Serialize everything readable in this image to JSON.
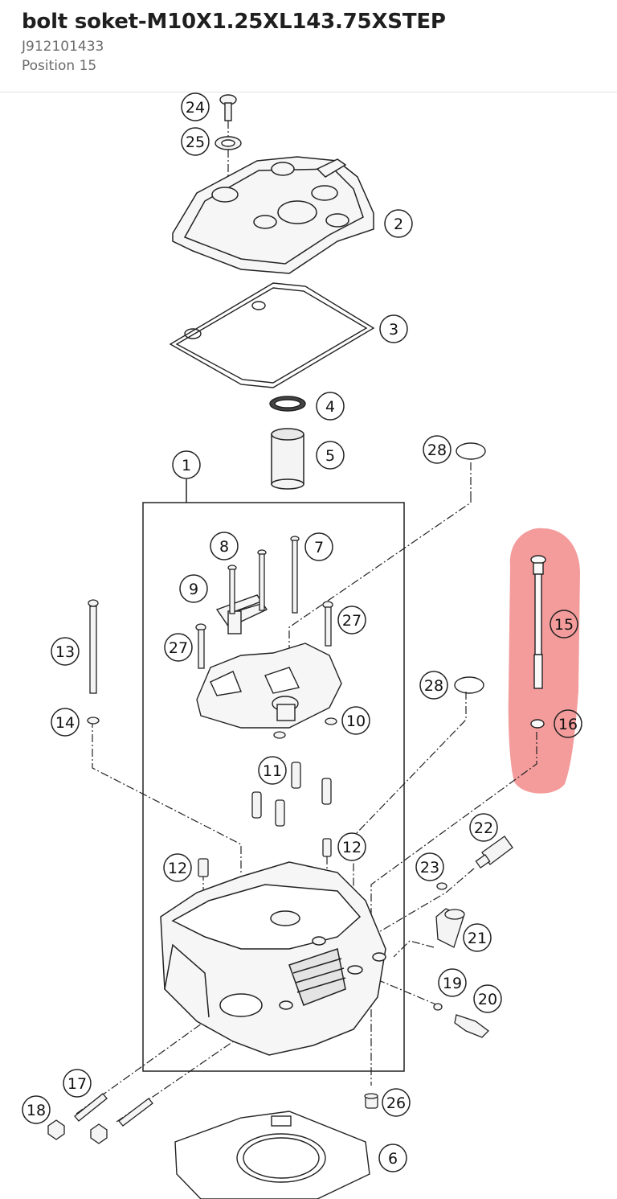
{
  "header": {
    "title": "bolt soket-M10X1.25XL143.75XSTEP",
    "part_number": "J912101433",
    "position": "Position 15"
  },
  "diagram": {
    "highlight_color": "#f28b8b",
    "highlighted_part": "15",
    "callouts": [
      "24",
      "25",
      "2",
      "3",
      "4",
      "5",
      "28",
      "1",
      "8",
      "7",
      "9",
      "27",
      "27",
      "13",
      "14",
      "28",
      "10",
      "11",
      "15",
      "16",
      "12",
      "12",
      "22",
      "23",
      "21",
      "19",
      "20",
      "17",
      "18",
      "26",
      "6"
    ]
  }
}
